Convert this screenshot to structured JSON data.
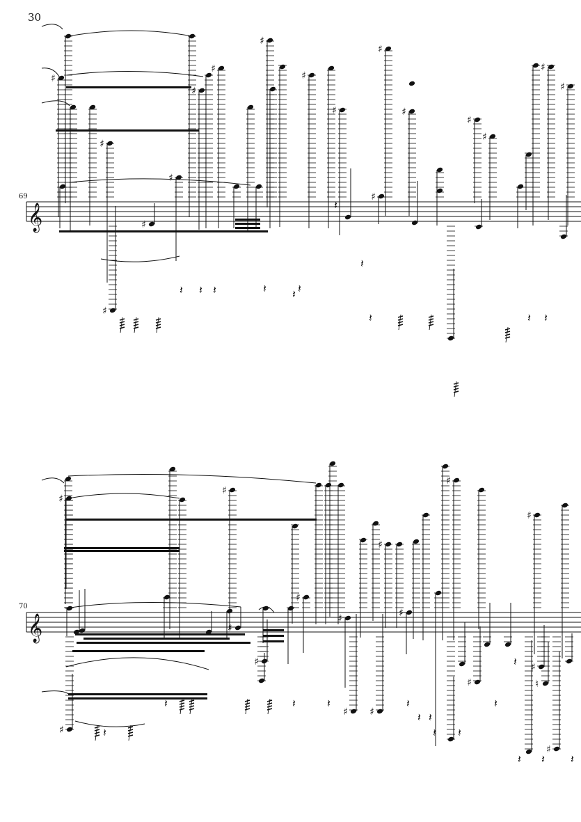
{
  "page": {
    "number": "30"
  },
  "systems": [
    {
      "measure_number": "69",
      "clef": "treble"
    },
    {
      "measure_number": "70",
      "clef": "treble"
    }
  ],
  "colors": {
    "ink": "#111111",
    "paper": "#ffffff"
  },
  "icons": {
    "clef": "treble-clef-icon",
    "notehead": "filled-notehead-icon",
    "sharp": "sharp-icon",
    "natural": "natural-icon",
    "rest": "quarter-rest-icon"
  }
}
